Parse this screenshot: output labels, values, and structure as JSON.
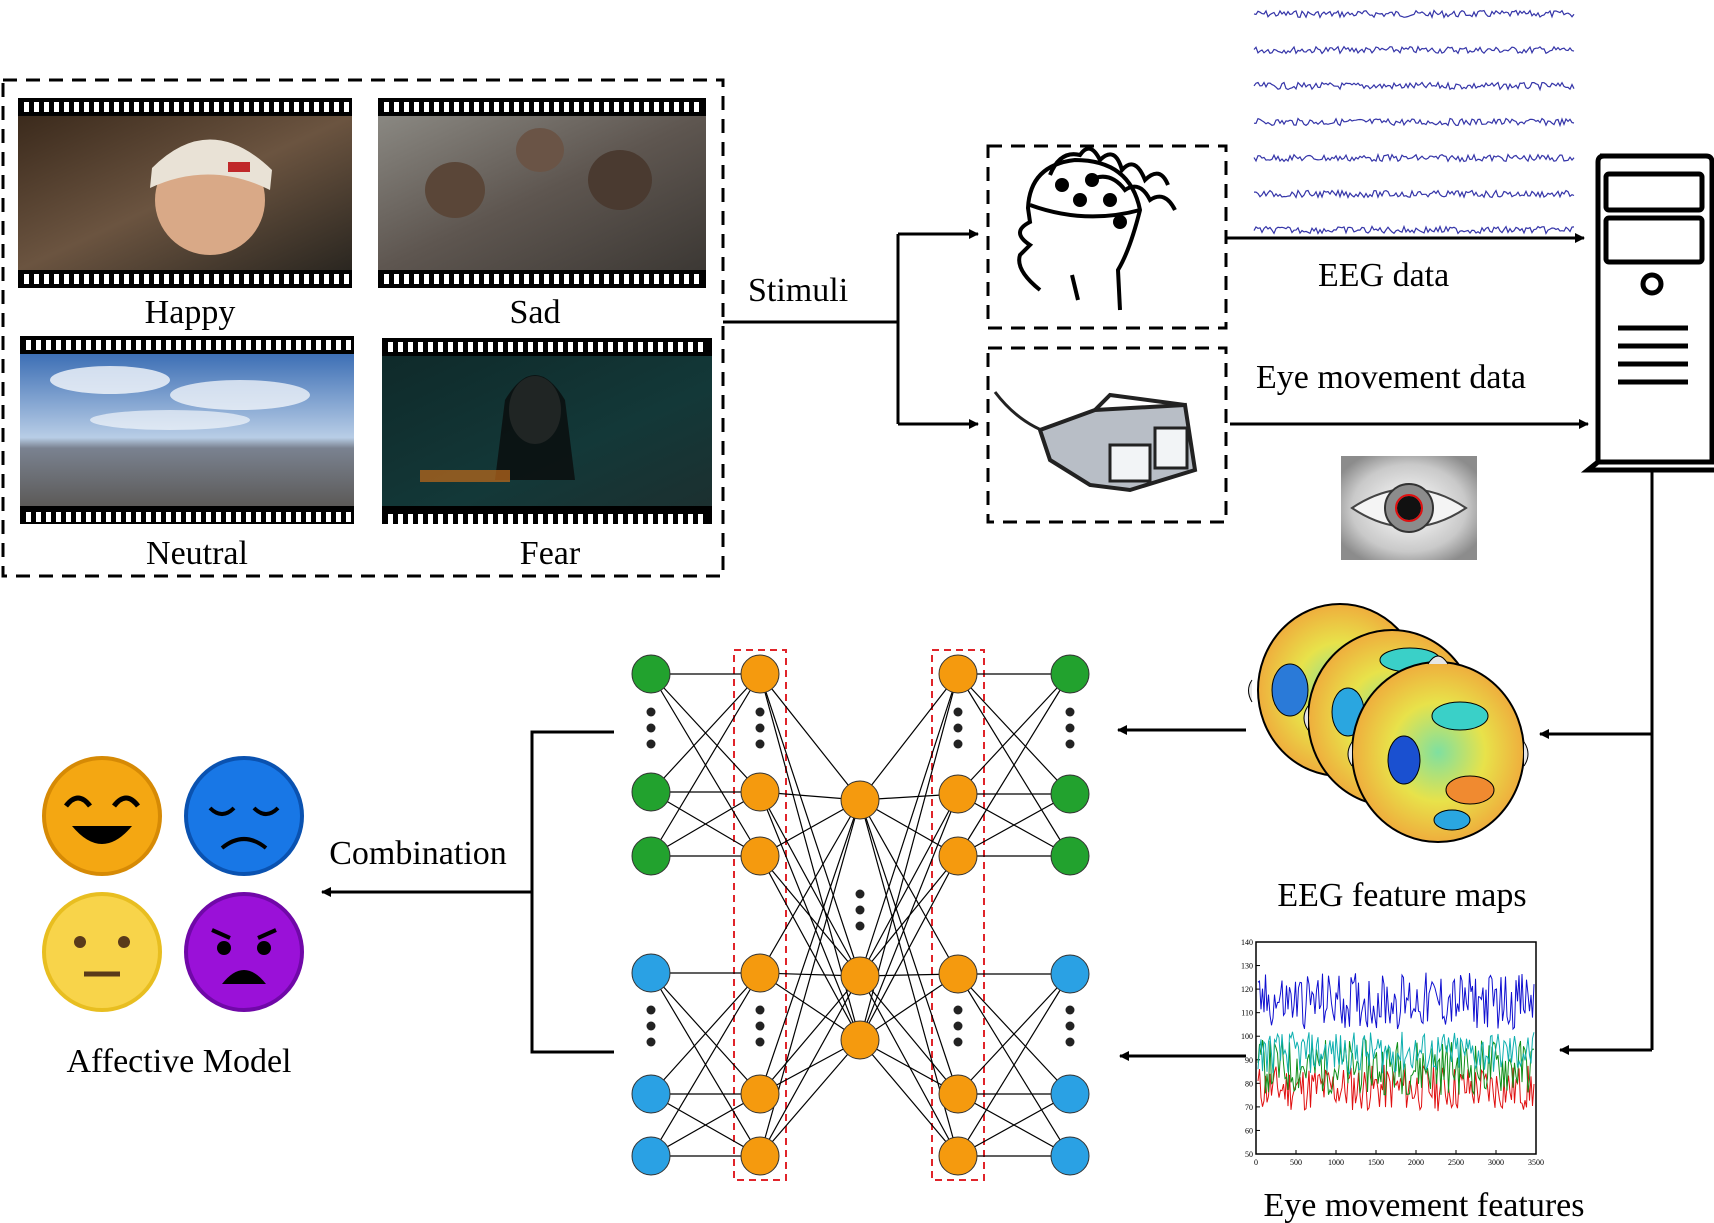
{
  "stimuli": {
    "clips": [
      {
        "label": "Happy"
      },
      {
        "label": "Sad"
      },
      {
        "label": "Neutral"
      },
      {
        "label": "Fear"
      }
    ],
    "arrow_label": "Stimuli"
  },
  "acquisition": {
    "eeg_label": "EEG data",
    "eye_label": "Eye movement data"
  },
  "features": {
    "eeg_maps_label": "EEG feature maps",
    "eye_features_label": "Eye movement features",
    "eye_plot": {
      "y_ticks": [
        "140",
        "130",
        "120",
        "110",
        "100",
        "90",
        "80",
        "70",
        "60",
        "50"
      ],
      "x_ticks": [
        "0",
        "500",
        "1000",
        "1500",
        "2000",
        "2500",
        "3000",
        "3500"
      ]
    }
  },
  "model": {
    "combination_label": "Combination",
    "affective_label": "Affective Model",
    "emotions": [
      {
        "name": "happy-face",
        "color": "#f4a712"
      },
      {
        "name": "sad-face",
        "color": "#1877e6"
      },
      {
        "name": "neutral-face",
        "color": "#f8d44a"
      },
      {
        "name": "fear-face",
        "color": "#9a11d8"
      }
    ]
  },
  "colors": {
    "input_eeg_node": "#22a22e",
    "input_eye_node": "#2aa1e4",
    "hidden_node": "#f59a0e",
    "dashed_box": "#e0242a",
    "eeg_trace": "#3434a8",
    "eye_series": [
      "#1010d0",
      "#10b0b0",
      "#10901a",
      "#e01010"
    ]
  }
}
